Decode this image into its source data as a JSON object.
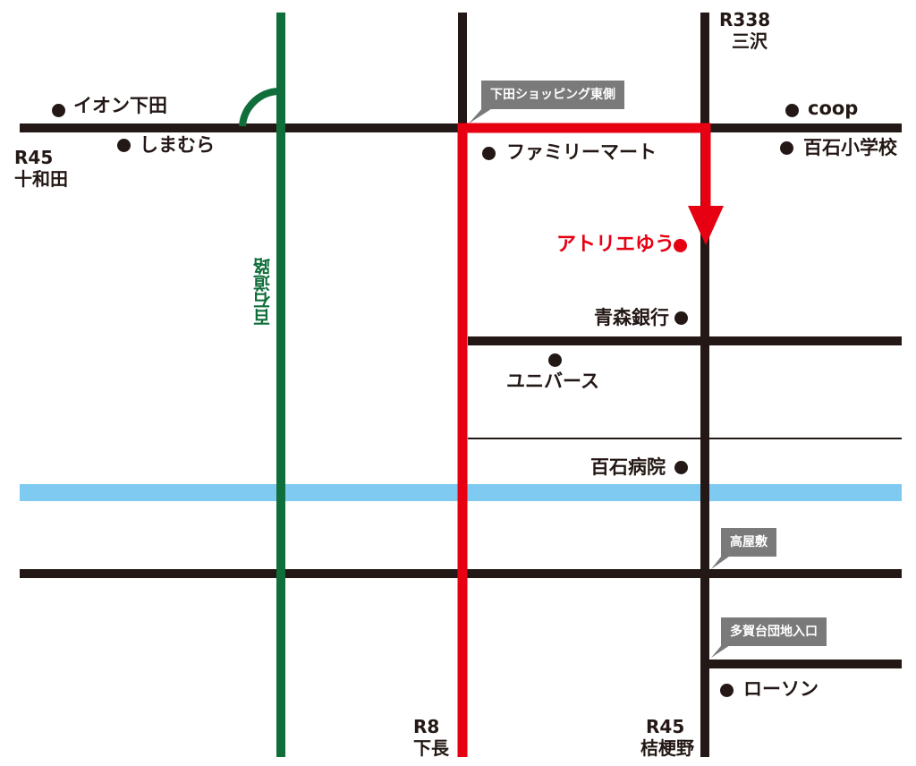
{
  "map": {
    "colors": {
      "road": "#231815",
      "route": "#e60012",
      "momoishi_road": "#0f6e3a",
      "river": "#7ecaf0",
      "callout": "#7a7a7a"
    },
    "roads": {
      "r338_label": "R338",
      "r338_dest": "三沢",
      "r45_west_label": "R45",
      "r45_west_dest": "十和田",
      "r8_label": "R8",
      "r8_dest": "下長",
      "r45_south_label": "R45",
      "r45_south_dest": "桔梗野",
      "momoishi_road": "百石道路"
    },
    "callouts": {
      "shimoda_sc_east": "下田ショッピング東側",
      "takayashiki": "高屋敷",
      "tagadai_danchi": "多賀台団地入口"
    },
    "landmarks": {
      "aeon": "イオン下田",
      "shimamura": "しまむら",
      "familymart": "ファミリーマート",
      "coop": "coop",
      "momoishi_school": "百石小学校",
      "atelier_yu": "アトリエゆう",
      "aomori_bank": "青森銀行",
      "universe": "ユニバース",
      "momoishi_hospital": "百石病院",
      "lawson": "ローソン"
    }
  }
}
